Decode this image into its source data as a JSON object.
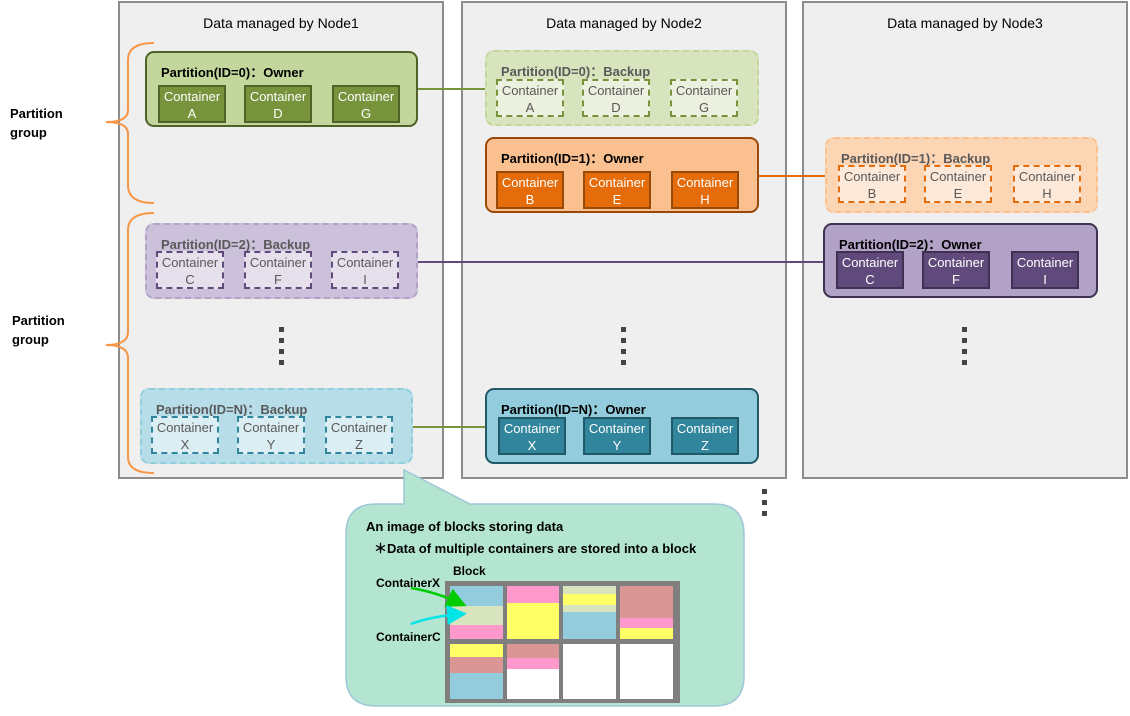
{
  "nodes": [
    {
      "title": "Data managed by Node1"
    },
    {
      "title": "Data managed by Node2"
    },
    {
      "title": "Data managed by Node3"
    }
  ],
  "group_labels": [
    {
      "line1": "Partition",
      "line2": "group"
    },
    {
      "line1": "Partition",
      "line2": "group"
    }
  ],
  "partitions": {
    "p0_owner": {
      "title": "Partition(ID=0)：Owner",
      "containers": [
        {
          "l1": "Container",
          "l2": "A"
        },
        {
          "l1": "Container",
          "l2": "D"
        },
        {
          "l1": "Container",
          "l2": "G"
        }
      ]
    },
    "p0_backup": {
      "title": "Partition(ID=0)：Backup",
      "containers": [
        {
          "l1": "Container",
          "l2": "A"
        },
        {
          "l1": "Container",
          "l2": "D"
        },
        {
          "l1": "Container",
          "l2": "G"
        }
      ]
    },
    "p1_owner": {
      "title": "Partition(ID=1)：Owner",
      "containers": [
        {
          "l1": "Container",
          "l2": "B"
        },
        {
          "l1": "Container",
          "l2": "E"
        },
        {
          "l1": "Container",
          "l2": "H"
        }
      ]
    },
    "p1_backup": {
      "title": "Partition(ID=1)：Backup",
      "containers": [
        {
          "l1": "Container",
          "l2": "B"
        },
        {
          "l1": "Container",
          "l2": "E"
        },
        {
          "l1": "Container",
          "l2": "H"
        }
      ]
    },
    "p2_backup": {
      "title": "Partition(ID=2)：Backup",
      "containers": [
        {
          "l1": "Container",
          "l2": "C"
        },
        {
          "l1": "Container",
          "l2": "F"
        },
        {
          "l1": "Container",
          "l2": "I"
        }
      ]
    },
    "p2_owner": {
      "title": "Partition(ID=2)：Owner",
      "containers": [
        {
          "l1": "Container",
          "l2": "C"
        },
        {
          "l1": "Container",
          "l2": "F"
        },
        {
          "l1": "Container",
          "l2": "I"
        }
      ]
    },
    "pn_backup": {
      "title": "Partition(ID=N)：Backup",
      "containers": [
        {
          "l1": "Container",
          "l2": "X"
        },
        {
          "l1": "Container",
          "l2": "Y"
        },
        {
          "l1": "Container",
          "l2": "Z"
        }
      ]
    },
    "pn_owner": {
      "title": "Partition(ID=N)：Owner",
      "containers": [
        {
          "l1": "Container",
          "l2": "X"
        },
        {
          "l1": "Container",
          "l2": "Y"
        },
        {
          "l1": "Container",
          "l2": "Z"
        }
      ]
    }
  },
  "info": {
    "title": "An image of blocks storing data",
    "note": "＊Data of multiple containers are stored into a block",
    "block_label": "Block",
    "container_x": "ContainerX",
    "container_c": "ContainerC"
  },
  "colors": {
    "green_owner": "#77933c",
    "green_fill": "#c3d69b",
    "orange_owner": "#e46c0a",
    "orange_fill": "#fac090",
    "purple_owner": "#604a7b",
    "purple_fill": "#b3a2c7",
    "teal_owner": "#31859c",
    "teal_fill": "#93cddd",
    "bracket": "#f79646",
    "info_bg": "#b3e5d1"
  }
}
